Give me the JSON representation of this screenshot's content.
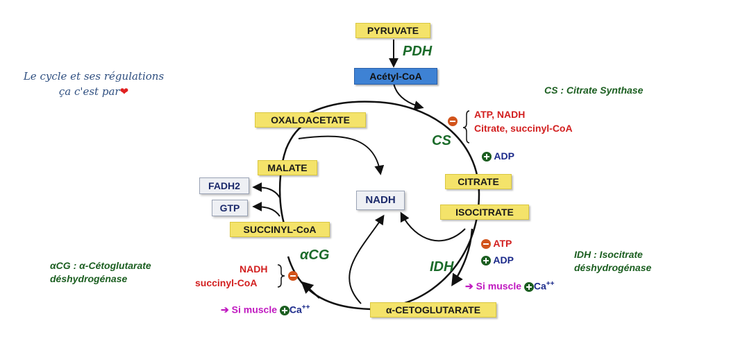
{
  "intro": {
    "line1": "Le cycle et ses régulations",
    "line2": "ça c'est par",
    "heart": "❤"
  },
  "metabolites": {
    "pyruvate": "PYRUVATE",
    "acetyl_coa": "Acétyl-CoA",
    "oxaloacetate": "OXALOACETATE",
    "malate": "MALATE",
    "succinyl_coa": "SUCCINYL-CoA",
    "citrate": "CITRATE",
    "isocitrate": "ISOCITRATE",
    "alpha_ketoglutarate": "α-CETOGLUTARATE",
    "nadh_center": "NADH",
    "fadh2": "FADH2",
    "gtp": "GTP"
  },
  "enzymes": {
    "pdh": "PDH",
    "cs": "CS",
    "idh": "IDH",
    "acg": "αCG"
  },
  "regulation": {
    "cs_inhibitors_line1": "ATP, NADH",
    "cs_inhibitors_line2": "Citrate, succinyl-CoA",
    "cs_activator": "ADP",
    "idh_inhibitor": "ATP",
    "idh_activator": "ADP",
    "idh_muscle_prefix": "Si muscle",
    "idh_muscle_ion": "Ca",
    "idh_muscle_charge": "++",
    "acg_inhibitor_line1": "NADH",
    "acg_inhibitor_line2": "succinyl-CoA",
    "acg_muscle_prefix": "Si muscle",
    "acg_muscle_ion": "Ca",
    "acg_muscle_charge": "++"
  },
  "notes": {
    "cs": "CS : Citrate Synthase",
    "idh_line1": "IDH : Isocitrate",
    "idh_line2": "déshydrogénase",
    "acg_line1": "αCG : α-Cétoglutarate",
    "acg_line2": "déshydrogénase"
  },
  "colors": {
    "inhibitor": "#d21f1f",
    "activator": "#1b5e20",
    "muscle": "#c01ac0",
    "enzyme": "#1b6b2a",
    "metabolite_box": "#f4e36a",
    "acetyl_box": "#3e82d4"
  }
}
